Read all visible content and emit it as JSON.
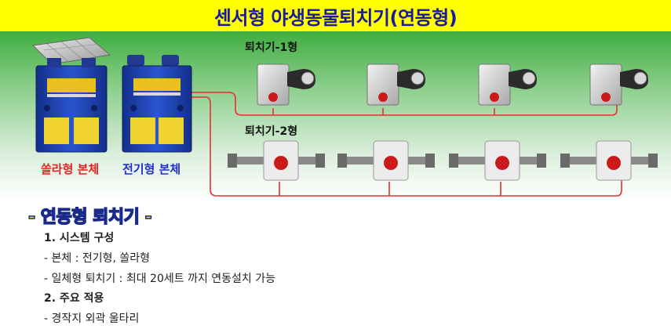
{
  "title": "센서형 야생동물퇴치기(연동형)",
  "diagram": {
    "solar_label": "쏠라형 본체",
    "electric_label": "전기형 본체",
    "type1_label": "퇴치기-1형",
    "type2_label": "퇴치기-2형"
  },
  "section": {
    "title": "- 연동형 퇴치기 -",
    "lines": [
      "1. 시스템 구성",
      "- 본체 : 전기형, 쏠라형",
      "- 일체형 퇴치기 : 최대 20세트 까지 연동설치 가능",
      "2. 주요 적용",
      "- 경작지 외곽 울타리"
    ]
  },
  "colors": {
    "title_bg": "#ffff00",
    "title_text": "#1a1aa0",
    "wire": "#e53030",
    "solar_label": "#e52020",
    "electric_label": "#1f2fd0",
    "box_blue": "#1c3fb0"
  },
  "icons": [
    "solar-unit-icon",
    "electric-unit-icon",
    "motion-sensor-repeller-icon",
    "strobe-repeller-icon"
  ]
}
